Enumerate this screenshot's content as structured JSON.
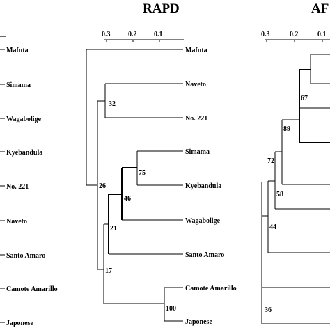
{
  "figure": {
    "rapd_title": "RAPD",
    "afl_title": "AF",
    "left_taxa": [
      "Mafuta",
      "Simama",
      "Wagabolige",
      "Kyebandula",
      "No. 221",
      "Naveto",
      "Santo Amaro",
      "Camote Amarillo",
      "Japonese"
    ],
    "rapd": {
      "scale": [
        "0.3",
        "0.2",
        "0.1"
      ],
      "taxa": [
        "Mafuta",
        "Naveto",
        "No. 221",
        "Simama",
        "Kyebandula",
        "Wagabolige",
        "Santo Amaro",
        "Camote Amarillo",
        "Japonese"
      ],
      "bootstrap": [
        "32",
        "26",
        "75",
        "46",
        "21",
        "17",
        "100"
      ]
    },
    "afl": {
      "scale": [
        "0.3",
        "0.2",
        "0.1"
      ],
      "bootstrap": [
        "67",
        "89",
        "72",
        "58",
        "44",
        "36"
      ]
    }
  }
}
